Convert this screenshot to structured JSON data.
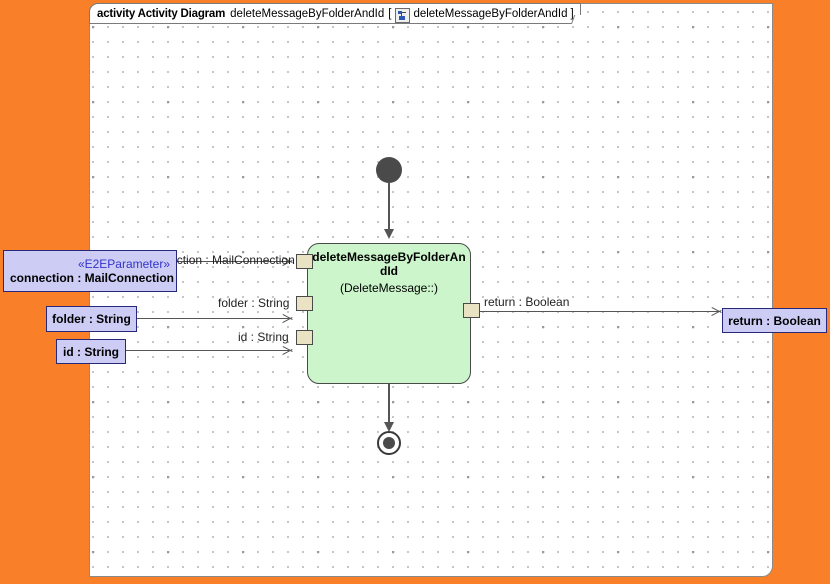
{
  "canvas": {
    "background_color": "#f97f28",
    "frame_background": "#ffffff",
    "frame_border_color": "#8a8a8a"
  },
  "frame_header": {
    "keyword": "activity Activity Diagram",
    "diagram_name": "deleteMessageByFolderAndId",
    "bracket_open": "[",
    "icon": "activity-diagram-icon",
    "element_name": "deleteMessageByFolderAndId",
    "bracket_close": "]"
  },
  "activity_node": {
    "name": "deleteMessageByFolderAndId",
    "qualifier": "(DeleteMessage::)",
    "fill_color": "#ccf5cc",
    "border_color": "#4a4a4a"
  },
  "nodes": {
    "initial": "initial-node",
    "final": "activity-final-node"
  },
  "input_parameters": [
    {
      "stereotype": "«E2EParameter»",
      "label": "connection : MailConnection",
      "edge_label": "connection : MailConnection"
    },
    {
      "stereotype": "",
      "label": "folder : String",
      "edge_label": "folder : String"
    },
    {
      "stereotype": "",
      "label": "id : String",
      "edge_label": "id : String"
    }
  ],
  "output_parameters": [
    {
      "label": "return : Boolean",
      "edge_label": "return : Boolean"
    }
  ],
  "pins": {
    "fill_color": "#e9e3c3",
    "border_color": "#4a4a4a",
    "input_count": 3,
    "output_count": 1
  },
  "colors": {
    "parameter_fill": "#ccccf5",
    "parameter_border": "#28287a",
    "stereotype_text": "#3333cc",
    "edge_color": "#555555"
  }
}
